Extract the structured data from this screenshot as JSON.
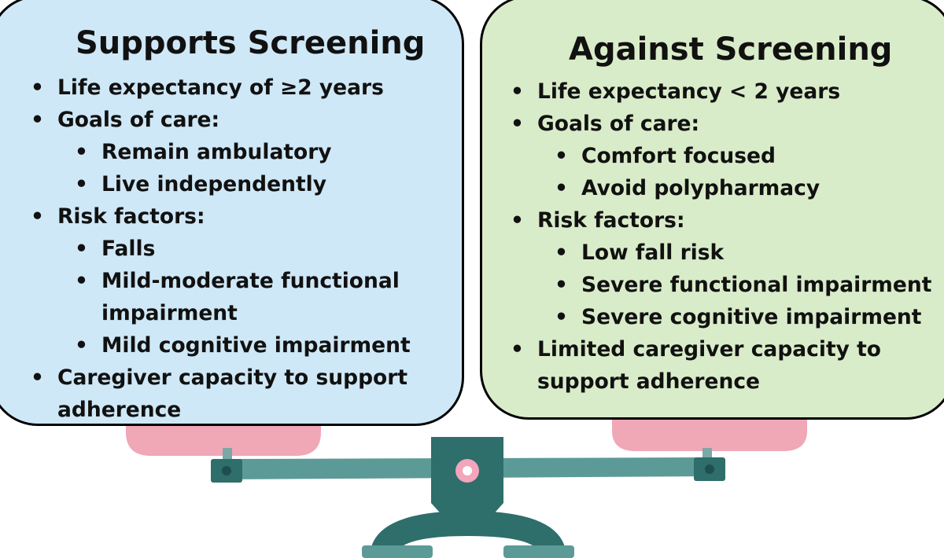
{
  "panels": {
    "supports": {
      "title": "Supports Screening",
      "items": [
        "Life expectancy of ≥2 years",
        "Goals of care:",
        "Remain ambulatory",
        "Live independently",
        "Risk factors:",
        "Falls",
        "Mild-moderate functional impairment",
        "Mild cognitive impairment",
        "Caregiver capacity to support adherence"
      ]
    },
    "against": {
      "title": "Against Screening",
      "items": [
        "Life expectancy < 2 years",
        "Goals of care:",
        "Comfort focused",
        "Avoid polypharmacy",
        "Risk factors:",
        "Low fall risk",
        "Severe functional impairment",
        "Severe cognitive impairment",
        "Limited caregiver capacity to support adherence"
      ]
    }
  },
  "colors": {
    "supports_panel": "#cfe8f7",
    "against_panel": "#d9ecc9",
    "scale_teal": "#2e6e6b",
    "scale_beam": "#5c9a97",
    "scale_pan": "#f0a7b6",
    "pivot": "#f3a5bb"
  },
  "icons": [
    "balance-scale-icon"
  ]
}
